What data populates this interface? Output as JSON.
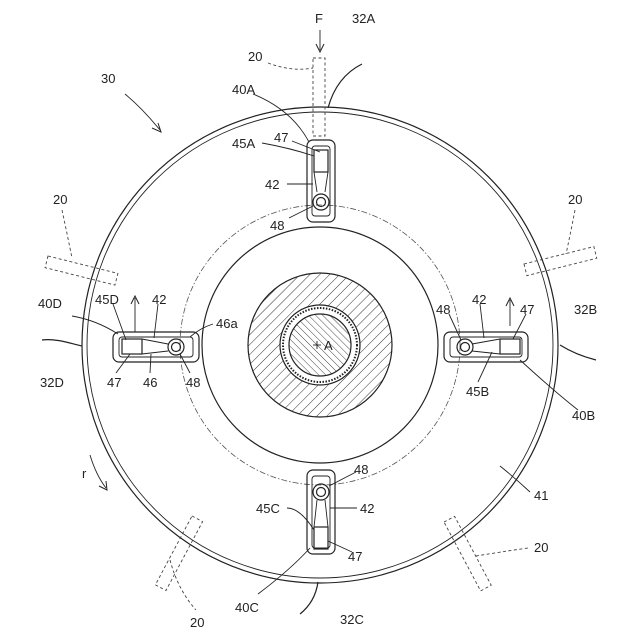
{
  "labels": {
    "fig_ref": "30",
    "force": "F",
    "rotation": "r",
    "cable_a": "32A",
    "cable_b": "32B",
    "cable_c": "32C",
    "cable_d": "32D",
    "pin_top": "20",
    "pin_left": "20",
    "pin_right": "20",
    "pin_bottom_left": "20",
    "pin_bottom_right": "20",
    "unit_a": "40A",
    "unit_b": "40B",
    "unit_c": "40C",
    "unit_d": "40D",
    "block_a": "45A",
    "block_b": "45B",
    "block_c": "45C",
    "block_d": "45D",
    "spring_a": "47",
    "spring_b": "47",
    "spring_c": "47",
    "spring_d": "47",
    "slot_a": "42",
    "slot_b": "42",
    "slot_c": "42",
    "slot_d": "42",
    "roller_a": "48",
    "roller_b": "48",
    "roller_c": "48",
    "roller_d": "48",
    "pin_d": "46",
    "edge_d": "46a",
    "axis": "A",
    "plate": "41"
  }
}
